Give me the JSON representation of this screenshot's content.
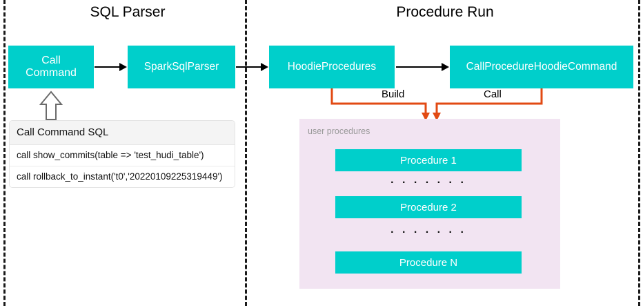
{
  "diagram": {
    "title_left": "SQL Parser",
    "title_right": "Procedure Run",
    "nodes": {
      "call_command": "Call\nCommand",
      "spark_sql_parser": "SparkSqlParser",
      "hoodie_procedures": "HoodieProcedures",
      "call_procedure_hoodie_command": "CallProcedureHoodieCommand"
    },
    "edge_labels": {
      "build": "Build",
      "call": "Call"
    },
    "sql_table": {
      "header": "Call Command SQL",
      "rows": [
        "call show_commits(table => 'test_hudi_table')",
        "call rollback_to_instant('t0','20220109225319449')"
      ]
    },
    "user_procedures": {
      "label": "user procedures",
      "items": [
        "Procedure 1",
        "Procedure 2",
        "Procedure N"
      ],
      "ellipsis": ". . . . . . ."
    },
    "colors": {
      "node_fill": "#00CFCB",
      "node_text": "#FFFFFF",
      "panel_fill": "#F2E4F2",
      "connector": "#E24A13",
      "flow_arrow": "#000000",
      "divider": "#1A1A1A",
      "table_header_fill": "#F4F4F4",
      "panel_label_text": "#9A9A9A"
    }
  }
}
